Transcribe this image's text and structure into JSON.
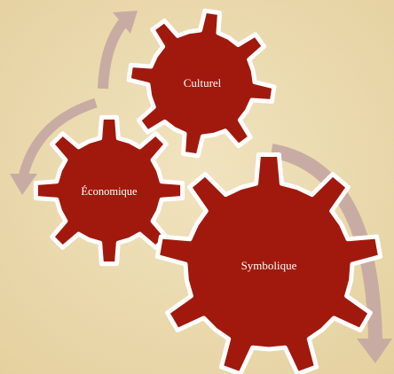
{
  "diagram": {
    "background_color": "#efdfb4",
    "gear_color": "#a1190d",
    "gear_outline_color": "#ffffff",
    "arrow_color": "#c8aca3",
    "gears": [
      {
        "id": "culturel",
        "label": "Culturel"
      },
      {
        "id": "economique",
        "label": "Économique"
      },
      {
        "id": "symbolique",
        "label": "Symbolique"
      }
    ]
  }
}
